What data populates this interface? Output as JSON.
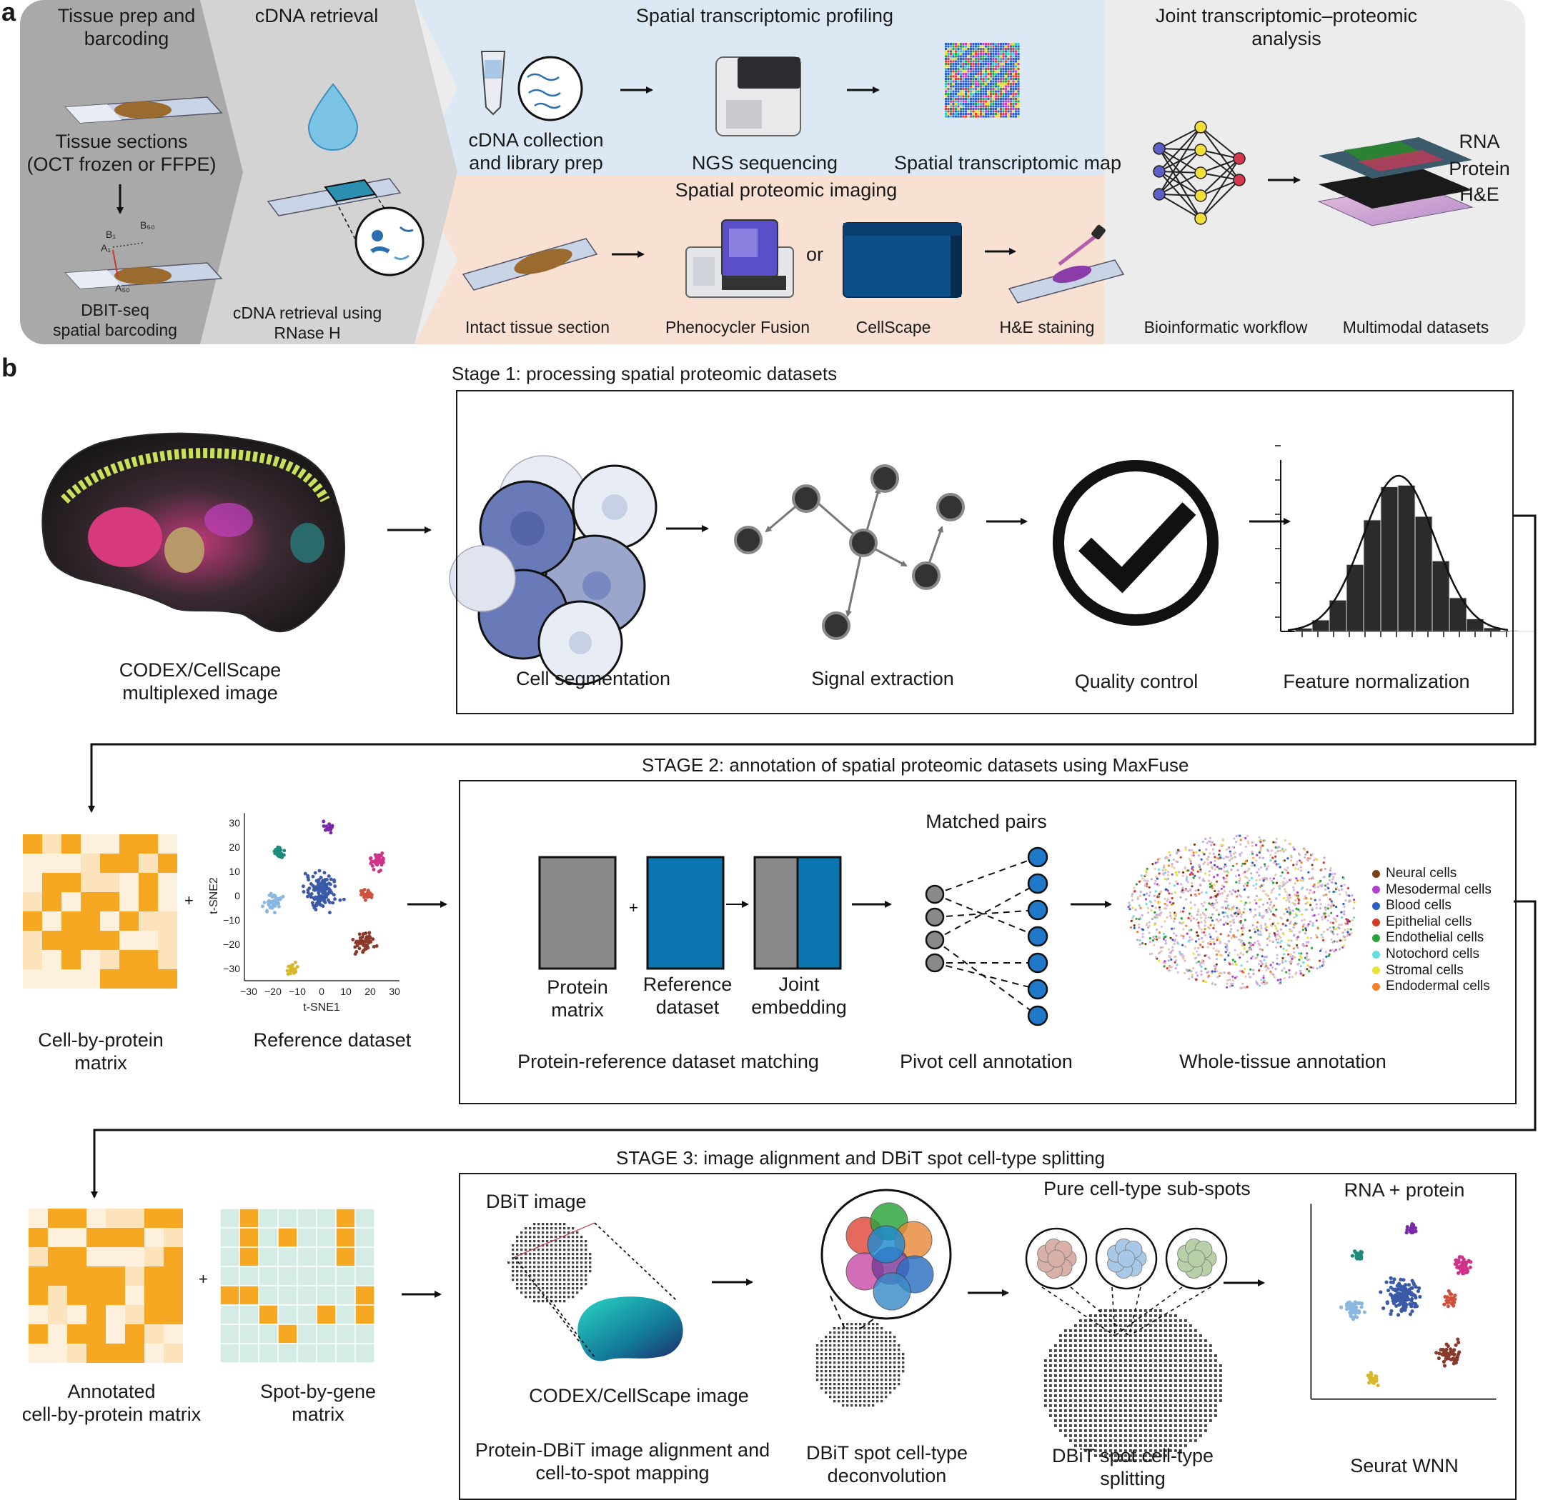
{
  "panel_a": {
    "letter": "a",
    "sections": {
      "tissue_prep": "Tissue prep and\nbarcoding",
      "cdna": "cDNA retrieval",
      "transcriptomic": "Spatial transcriptomic profiling",
      "joint": "Joint transcriptomic–proteomic\nanalysis",
      "proteomic": "Spatial proteomic imaging"
    },
    "labels": {
      "tissue_sections": "Tissue sections\n(OCT frozen or FFPE)",
      "dbit_seq": "DBIT-seq\nspatial barcoding",
      "cdna_rnase": "cDNA retrieval using\nRNase H",
      "cdna_collection": "cDNA collection\nand library prep",
      "ngs": "NGS sequencing",
      "st_map": "Spatial transcriptomic map",
      "intact": "Intact tissue section",
      "phenocycler": "Phenocycler Fusion",
      "or": "or",
      "cellscape": "CellScape",
      "he_staining": "H&E staining",
      "bioinformatic": "Bioinformatic workflow",
      "multimodal": "Multimodal datasets",
      "layer_rna": "RNA",
      "layer_protein": "Protein",
      "layer_he": "H&E",
      "barcode_b1": "B₁",
      "barcode_b50": "B₅₀",
      "barcode_a1": "A₁",
      "barcode_a50": "A₅₀"
    },
    "colors": {
      "prep_bg": "#a9a9a9",
      "cdna_bg": "#d3d3d3",
      "transcriptomic_bg": "#dce9f5",
      "proteomic_bg": "#f8e0d3",
      "joint_bg": "#ececec"
    }
  },
  "panel_b": {
    "letter": "b",
    "stage1": {
      "title": "Stage 1: processing spatial proteomic datasets",
      "codex_label": "CODEX/CellScape\nmultiplexed image",
      "steps": [
        "Cell segmentation",
        "Signal extraction",
        "Quality control",
        "Feature normalization"
      ]
    },
    "stage2": {
      "title": "STAGE 2: annotation of spatial proteomic datasets using MaxFuse",
      "cell_by_protein": "Cell-by-protein\nmatrix",
      "reference_dataset": "Reference dataset",
      "plus": "+",
      "matrix_labels": [
        "Protein\nmatrix",
        "Reference\ndataset",
        "Joint\nembedding"
      ],
      "matched_pairs": "Matched pairs",
      "step_labels": [
        "Protein-reference dataset matching",
        "Pivot cell annotation",
        "Whole-tissue annotation"
      ],
      "tsne": {
        "xlabel": "t-SNE1",
        "ylabel": "t-SNE2",
        "xticks": [
          "−30",
          "−20",
          "−10",
          "0",
          "10",
          "20",
          "30"
        ],
        "yticks": [
          "30",
          "20",
          "10",
          "0",
          "−10",
          "−20",
          "−30"
        ]
      },
      "legend": [
        {
          "label": "Neural cells",
          "color": "#7b3f14"
        },
        {
          "label": "Mesodermal cells",
          "color": "#b23fcf"
        },
        {
          "label": "Blood cells",
          "color": "#2d5fc1"
        },
        {
          "label": "Epithelial cells",
          "color": "#d23b2a"
        },
        {
          "label": "Endothelial cells",
          "color": "#2aa43a"
        },
        {
          "label": "Notochord cells",
          "color": "#66dde0"
        },
        {
          "label": "Stromal cells",
          "color": "#e4e43a"
        },
        {
          "label": "Endodermal cells",
          "color": "#f0822c"
        }
      ]
    },
    "stage3": {
      "title": "STAGE 3: image alignment and DBiT spot cell-type splitting",
      "annotated_matrix": "Annotated\ncell-by-protein matrix",
      "spot_by_gene": "Spot-by-gene\nmatrix",
      "plus": "+",
      "dbit_image": "DBiT image",
      "codex_image": "CODEX/CellScape image",
      "pure_subspots": "Pure cell-type sub-spots",
      "rna_protein": "RNA + protein",
      "step_labels": [
        "Protein-DBiT image alignment and\ncell-to-spot mapping",
        "DBiT spot cell-type\ndeconvolution",
        "DBiT spot cell-type\nsplitting",
        "Seurat WNN"
      ]
    },
    "colors": {
      "matrix_orange": "#f7a823",
      "matrix_light": "#fce3bb",
      "matrix_pale": "#fdf1dd",
      "spot_teal": "#d5ebe6",
      "ref_blue": "#0b76b0",
      "grey_block": "#8a8a8a",
      "node_blue": "#1f78c8"
    }
  }
}
